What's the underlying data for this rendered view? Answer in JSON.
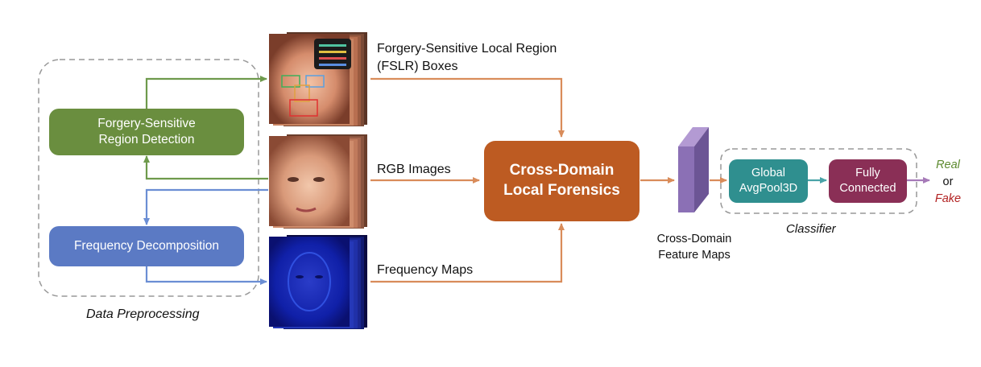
{
  "colors": {
    "green": "#6a8e3f",
    "blue": "#5b7ac4",
    "orange": "#bd5b22",
    "teal": "#2f8f8f",
    "maroon": "#8a2f56",
    "arrow_orange": "#d98c5a",
    "arrow_green": "#6e9a4c",
    "arrow_blue": "#6b8ed4",
    "feature_purple": "#8b70b5",
    "dashed_gray": "#999999",
    "real_green": "#5c8a2e",
    "fake_red": "#b22222"
  },
  "preprocessing": {
    "caption": "Data Preprocessing",
    "region_detection_label": "Forgery-Sensitive\nRegion Detection",
    "frequency_decomposition_label": "Frequency Decomposition"
  },
  "streams": {
    "fslr_label": "Forgery-Sensitive Local Region\n(FSLR) Boxes",
    "rgb_label": "RGB Images",
    "frequency_label": "Frequency Maps"
  },
  "core": {
    "label": "Cross-Domain\nLocal Forensics"
  },
  "feature_maps": {
    "label": "Cross-Domain\nFeature Maps"
  },
  "classifier": {
    "caption": "Classifier",
    "pool_label": "Global\nAvgPool3D",
    "fc_label": "Fully\nConnected"
  },
  "output": {
    "real": "Real",
    "or": "or",
    "fake": "Fake"
  },
  "icons": [
    "face-frames-with-boxes-icon",
    "face-frames-rgb-icon",
    "face-frames-frequency-icon",
    "feature-map-block-icon"
  ]
}
